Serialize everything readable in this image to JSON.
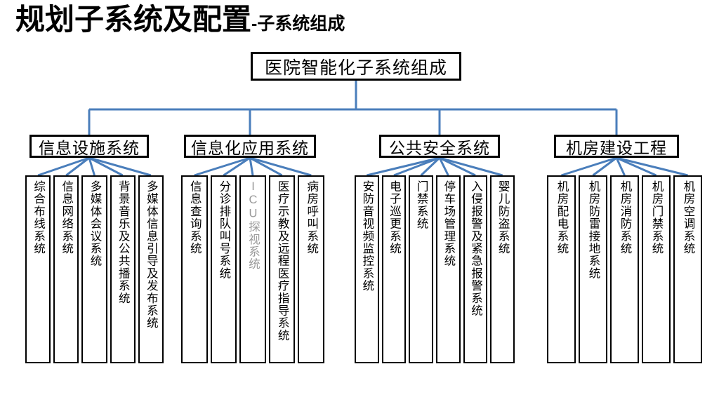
{
  "title": {
    "main": "规划子系统及配置",
    "sub": "-子系统组成"
  },
  "colors": {
    "connector": "#4a7ebb",
    "border": "#000000",
    "background": "#ffffff",
    "dim_text": "#9a9a9a"
  },
  "diagram": {
    "type": "tree",
    "root": {
      "label": "医院智能化子系统组成"
    },
    "groups": [
      {
        "label": "信息设施系统",
        "leaves": [
          {
            "label": "综合布线系统",
            "dim": false
          },
          {
            "label": "信息网络系统",
            "dim": false
          },
          {
            "label": "多媒体会议系统",
            "dim": false
          },
          {
            "label": "背景音乐及公共播系统",
            "dim": false
          },
          {
            "label": "多媒体信息引导及发布系统",
            "dim": false
          }
        ]
      },
      {
        "label": "信息化应用系统",
        "leaves": [
          {
            "label": "信息查询系统",
            "dim": false
          },
          {
            "label": "分诊排队叫号系统",
            "dim": false
          },
          {
            "label": "ICU探视系统",
            "dim": true
          },
          {
            "label": "医疗示教及远程医疗指导系统",
            "dim": false
          },
          {
            "label": "病房呼叫系统",
            "dim": false
          }
        ]
      },
      {
        "label": "公共安全系统",
        "leaves": [
          {
            "label": "安防音视频监控系统",
            "dim": false
          },
          {
            "label": "电子巡更系统",
            "dim": false
          },
          {
            "label": "门禁系统",
            "dim": false
          },
          {
            "label": "停车场管理系统",
            "dim": false
          },
          {
            "label": "入侵报警及紧急报警系统",
            "dim": false
          },
          {
            "label": "婴儿防盗系统",
            "dim": false
          }
        ]
      },
      {
        "label": "机房建设工程",
        "leaves": [
          {
            "label": "机房配电系统",
            "dim": false
          },
          {
            "label": "机房防雷接地系统",
            "dim": false
          },
          {
            "label": "机房消防系统",
            "dim": false
          },
          {
            "label": "机房门禁系统",
            "dim": false
          },
          {
            "label": "机房空调系统",
            "dim": false
          }
        ]
      }
    ]
  }
}
